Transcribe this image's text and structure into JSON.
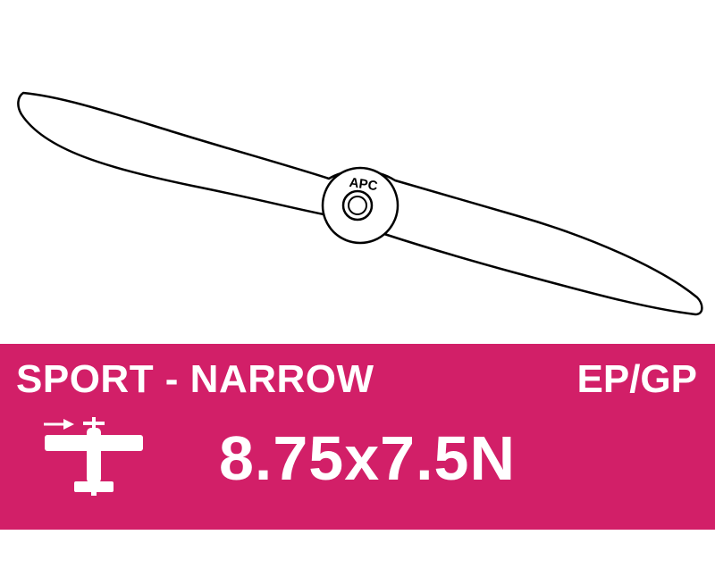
{
  "logo": {
    "text": "APC"
  },
  "banner": {
    "category": "SPORT - NARROW",
    "power_type": "EP/GP",
    "size": "8.75x7.5N",
    "color": "#d21f68"
  },
  "icons": {
    "propeller": "propeller-outline",
    "airplane": "airplane-topview-icon"
  }
}
